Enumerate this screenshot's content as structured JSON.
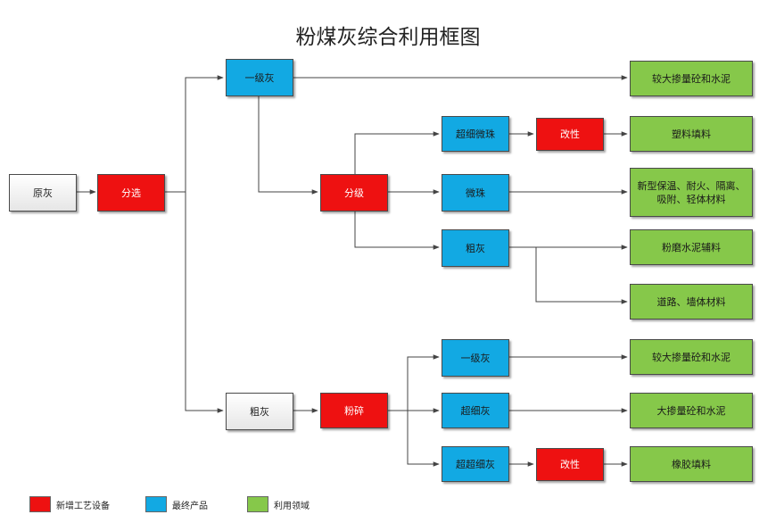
{
  "title": "粉煤灰综合利用框图",
  "colors": {
    "new_process_equipment": "#ee1111",
    "final_product": "#12a9e3",
    "application_field": "#86c84a",
    "raw": "#ffffff"
  },
  "nodes": {
    "raw_ash": "原灰",
    "sorting": "分选",
    "grade1_ash_top": "一级灰",
    "coarse_ash_bottom": "粗灰",
    "classifying": "分级",
    "ultrafine_microbeads": "超细微珠",
    "modification_top": "改性",
    "microbeads": "微珠",
    "coarse_ash_mid": "粗灰",
    "grinding": "粉碎",
    "grade1_ash_bottom": "一级灰",
    "ultrafine_ash": "超细灰",
    "super_ultrafine_ash": "超超细灰",
    "modification_bottom": "改性"
  },
  "applications": {
    "a1": "较大掺量砼和水泥",
    "a2": "塑料填料",
    "a3": "新型保温、耐火、隔离、吸附、轻体材料",
    "a4": "粉磨水泥辅料",
    "a5": "道路、墙体材料",
    "a6": "较大掺量砼和水泥",
    "a7": "大掺量砼和水泥",
    "a8": "橡胶填料"
  },
  "legend": [
    {
      "label": "新增工艺设备",
      "color": "#ee1111"
    },
    {
      "label": "最终产品",
      "color": "#12a9e3"
    },
    {
      "label": "利用领域",
      "color": "#86c84a"
    }
  ]
}
